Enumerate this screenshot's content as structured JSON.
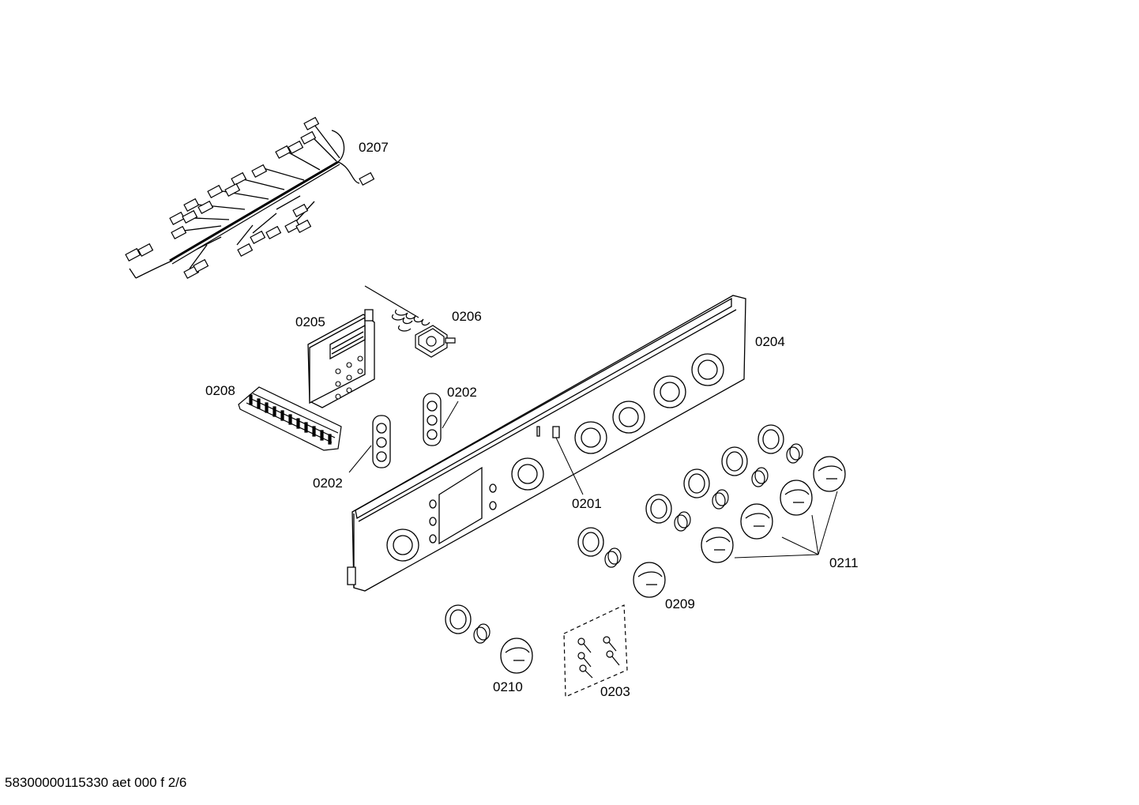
{
  "labels": {
    "p0201": "0201",
    "p0202_right": "0202",
    "p0202_left": "0202",
    "p0203": "0203",
    "p0204": "0204",
    "p0205": "0205",
    "p0206": "0206",
    "p0207": "0207",
    "p0208": "0208",
    "p0209": "0209",
    "p0210": "0210",
    "p0211": "0211"
  },
  "footer": {
    "code": "58300000115330 aet 000 f 2/6"
  },
  "colors": {
    "line": "#000000",
    "background": "#ffffff"
  }
}
